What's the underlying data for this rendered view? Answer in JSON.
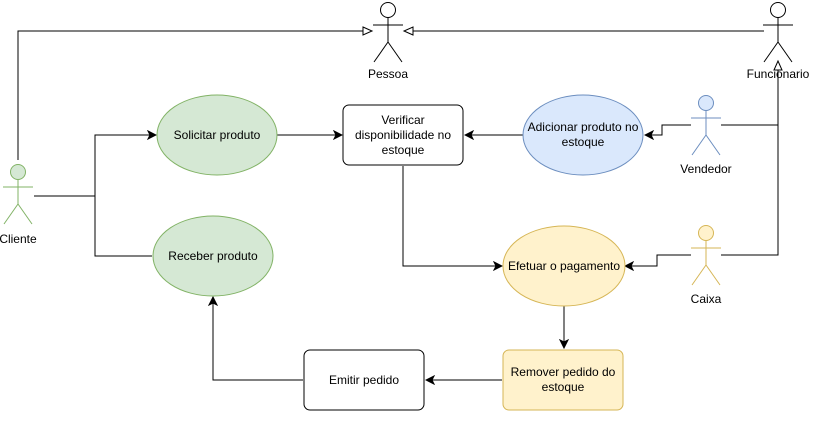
{
  "actors": {
    "cliente": {
      "label": "Cliente",
      "fill": "#d5e8d4",
      "stroke": "#82b366"
    },
    "pessoa": {
      "label": "Pessoa",
      "fill": "#ffffff",
      "stroke": "#000000"
    },
    "funcionario": {
      "label": "Funcionario",
      "fill": "#ffffff",
      "stroke": "#000000"
    },
    "vendedor": {
      "label": "Vendedor",
      "fill": "#dae8fc",
      "stroke": "#6c8ebf"
    },
    "caixa": {
      "label": "Caixa",
      "fill": "#fff2cc",
      "stroke": "#d6b656"
    }
  },
  "use_cases": {
    "solicitar": {
      "label": "Solicitar produto",
      "fill": "#d5e8d4",
      "stroke": "#82b366"
    },
    "receber": {
      "label": "Receber produto",
      "fill": "#d5e8d4",
      "stroke": "#82b366"
    },
    "adicionar": {
      "label": "Adicionar produto no estoque",
      "fill": "#dae8fc",
      "stroke": "#6c8ebf"
    },
    "efetuar": {
      "label": "Efetuar o pagamento",
      "fill": "#fff2cc",
      "stroke": "#d6b656"
    }
  },
  "processes": {
    "verificar": {
      "label": "Verificar disponibilidade no estoque",
      "fill": "#ffffff",
      "stroke": "#000000"
    },
    "remover": {
      "label": "Remover pedido do estoque",
      "fill": "#fff2cc",
      "stroke": "#d6b656"
    },
    "emitir": {
      "label": "Emitir pedido",
      "fill": "#ffffff",
      "stroke": "#000000"
    }
  }
}
